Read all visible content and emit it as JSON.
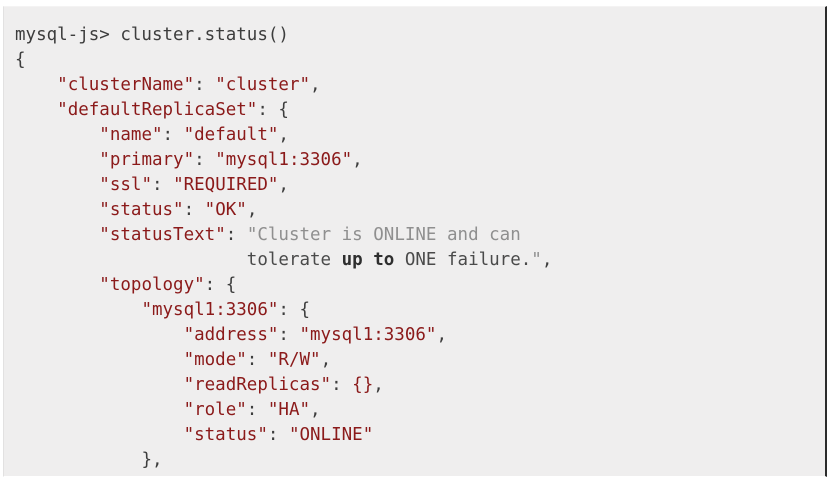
{
  "console": {
    "prompt": "mysql-js>",
    "command": "cluster.status()",
    "open_brace": "{",
    "lines": {
      "l1_prompt": "mysql-js>",
      "l1_command": " cluster.status()",
      "l2_brace": "{",
      "l3_key": "\"clusterName\"",
      "l3_colon": ": ",
      "l3_value": "\"cluster\"",
      "l3_comma": ",",
      "l4_key": "\"defaultReplicaSet\"",
      "l4_colon": ": ",
      "l4_brace": "{",
      "l5_key": "\"name\"",
      "l5_colon": ": ",
      "l5_value": "\"default\"",
      "l5_comma": ",",
      "l6_key": "\"primary\"",
      "l6_colon": ": ",
      "l6_value": "\"mysql1:3306\"",
      "l6_comma": ",",
      "l7_key": "\"ssl\"",
      "l7_colon": ": ",
      "l7_value": "\"REQUIRED\"",
      "l7_comma": ",",
      "l8_key": "\"status\"",
      "l8_colon": ": ",
      "l8_value": "\"OK\"",
      "l8_comma": ",",
      "l9_key": "\"statusText\"",
      "l9_colon": ": ",
      "l9_value_open": "\"Cluster is ONLINE and can",
      "l10_value_a": "tolerate ",
      "l10_value_b": "up to",
      "l10_value_c": " ONE failure.",
      "l10_quote": "\"",
      "l10_comma": ",",
      "l11_key": "\"topology\"",
      "l11_colon": ": ",
      "l11_brace": "{",
      "l12_key": "\"mysql1:3306\"",
      "l12_colon": ": ",
      "l12_brace": "{",
      "l13_key": "\"address\"",
      "l13_colon": ": ",
      "l13_value": "\"mysql1:3306\"",
      "l13_comma": ",",
      "l14_key": "\"mode\"",
      "l14_colon": ": ",
      "l14_value": "\"R/W\"",
      "l14_comma": ",",
      "l15_key": "\"readReplicas\"",
      "l15_colon": ": ",
      "l15_value": "{}",
      "l15_comma": ",",
      "l16_key": "\"role\"",
      "l16_colon": ": ",
      "l16_value": "\"HA\"",
      "l16_comma": ",",
      "l17_key": "\"status\"",
      "l17_colon": ": ",
      "l17_value": "\"ONLINE\"",
      "l18_brace": "},"
    },
    "indent": {
      "i0": "",
      "i1": "    ",
      "i2": "        ",
      "i3": "            ",
      "i4": "                ",
      "i_status_wrap": "                      ",
      "i_close": "            "
    }
  },
  "colors": {
    "background": "#efeeee",
    "page": "#ffffff",
    "string": "#8b1a1a",
    "punctuation": "#3d3d3d",
    "status_text_light": "#8f8f8f",
    "status_text_dark": "#4a4a4a",
    "status_text_bold": "#2e2e2e",
    "border_right": "#2b2b2b"
  }
}
